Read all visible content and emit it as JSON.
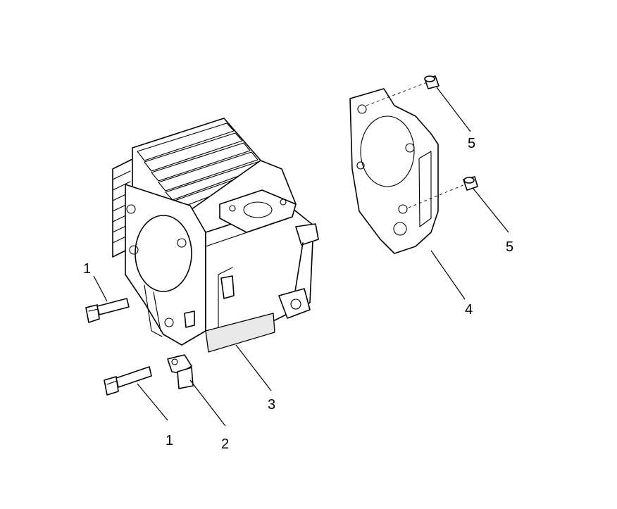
{
  "diagram": {
    "callouts": [
      {
        "id": "c1a",
        "label": "1"
      },
      {
        "id": "c1b",
        "label": "1"
      },
      {
        "id": "c2",
        "label": "2"
      },
      {
        "id": "c3",
        "label": "3"
      },
      {
        "id": "c4",
        "label": "4"
      },
      {
        "id": "c5a",
        "label": "5"
      },
      {
        "id": "c5b",
        "label": "5"
      }
    ]
  }
}
